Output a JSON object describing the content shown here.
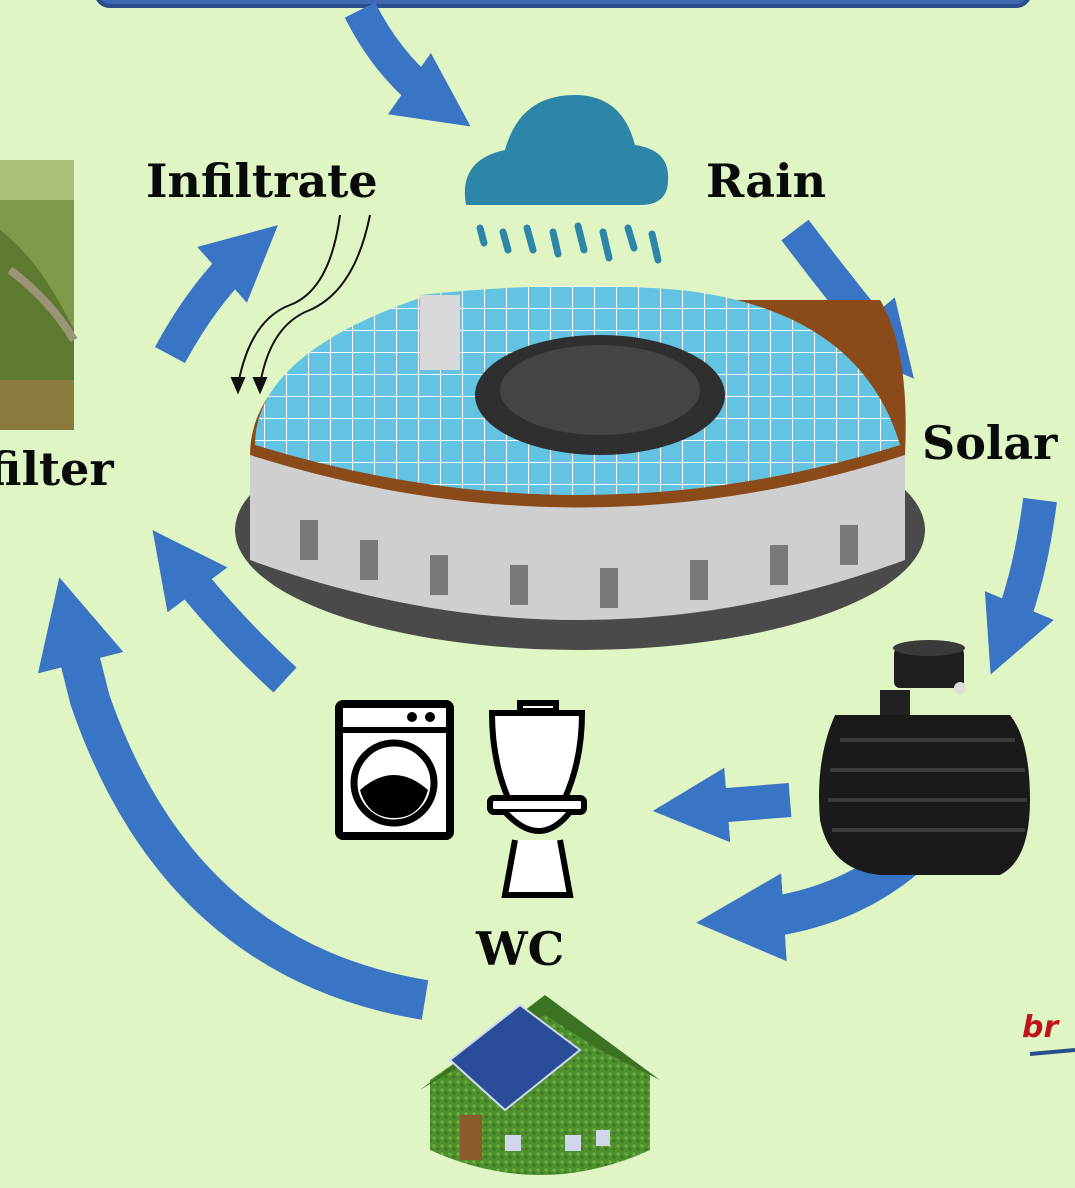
{
  "labels": {
    "infiltrate": "Infiltrate",
    "rain": "Rain",
    "filter": "filter",
    "solar": "Solar",
    "wc": "WC"
  },
  "brand_text": "br",
  "colors": {
    "background": "#dff5c4",
    "arrow": "#3a74c4",
    "cloud": "#2d86a8",
    "panel": "#5cc2e0",
    "tank": "#1a1a1a",
    "house_green": "#4e8f2e",
    "brand": "#c0141b"
  },
  "icons": [
    "cloud-rain-icon",
    "washing-machine-icon",
    "toilet-icon",
    "tank-icon",
    "green-house-icon",
    "solar-building-icon",
    "field-photo-icon"
  ]
}
